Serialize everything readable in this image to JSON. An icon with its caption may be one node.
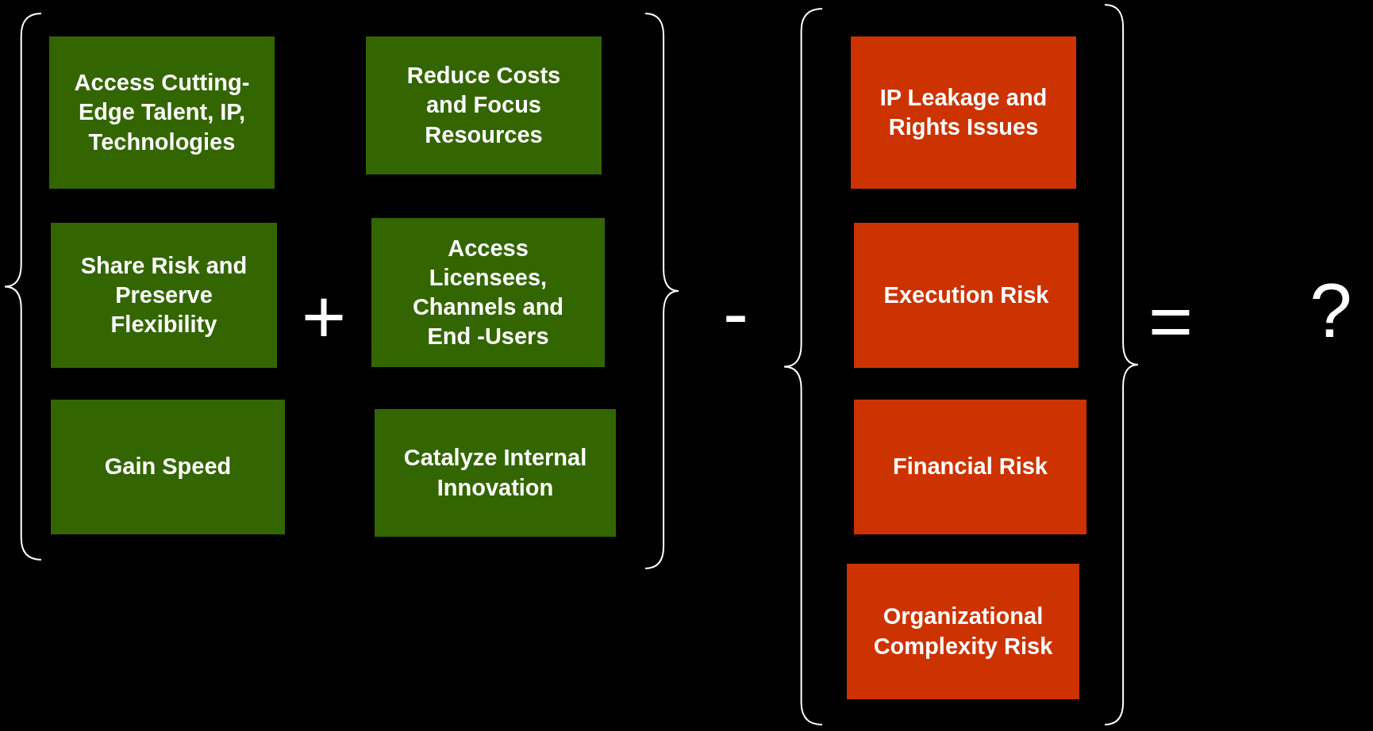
{
  "diagram": {
    "nodes": [
      {
        "text": [
          "Access Cutting-Edge Talent, IP, Technologies"
        ]
      },
      {
        "text": [
          "Reduce Costs and Focus Resources"
        ]
      },
      {
        "text": [
          "Share Risk and Preserve Flexibility"
        ]
      },
      {
        "text": [
          "Access Licensees, Channels and End -Users"
        ]
      },
      {
        "text": [
          "Gain Speed"
        ]
      },
      {
        "text": [
          "Catalyze Internal Innovation"
        ]
      },
      {
        "text": [
          "IP Leakage and Rights Issues"
        ]
      },
      {
        "text": [
          "Execution Risk"
        ]
      },
      {
        "text": [
          "Financial Risk"
        ]
      },
      {
        "text": [
          "Organizational Complexity Risk"
        ]
      }
    ],
    "labels": [
      "+",
      "-",
      "=",
      "?"
    ]
  }
}
